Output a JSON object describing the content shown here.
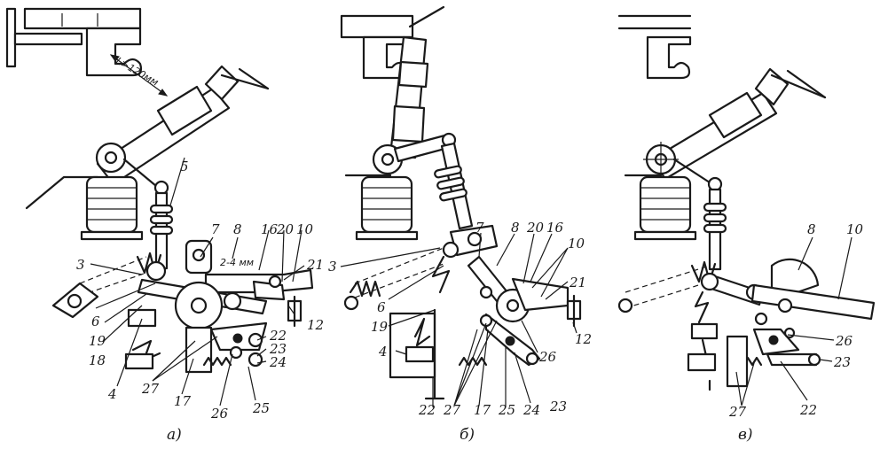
{
  "panels": [
    {
      "caption": "а)",
      "dimension_label": "L>120мм",
      "gap_label": "2-4 мм",
      "labels": [
        "3",
        "5",
        "7",
        "8",
        "16",
        "20",
        "10",
        "21",
        "12",
        "22",
        "23",
        "24",
        "25",
        "26",
        "17",
        "27",
        "4",
        "18",
        "19",
        "6"
      ]
    },
    {
      "caption": "б)",
      "labels": [
        "3",
        "6",
        "19",
        "4",
        "7",
        "8",
        "20",
        "16",
        "10",
        "21",
        "12",
        "22",
        "27",
        "17",
        "25",
        "24",
        "23",
        "26"
      ]
    },
    {
      "caption": "в)",
      "labels": [
        "8",
        "10",
        "26",
        "23",
        "22",
        "27"
      ]
    }
  ]
}
